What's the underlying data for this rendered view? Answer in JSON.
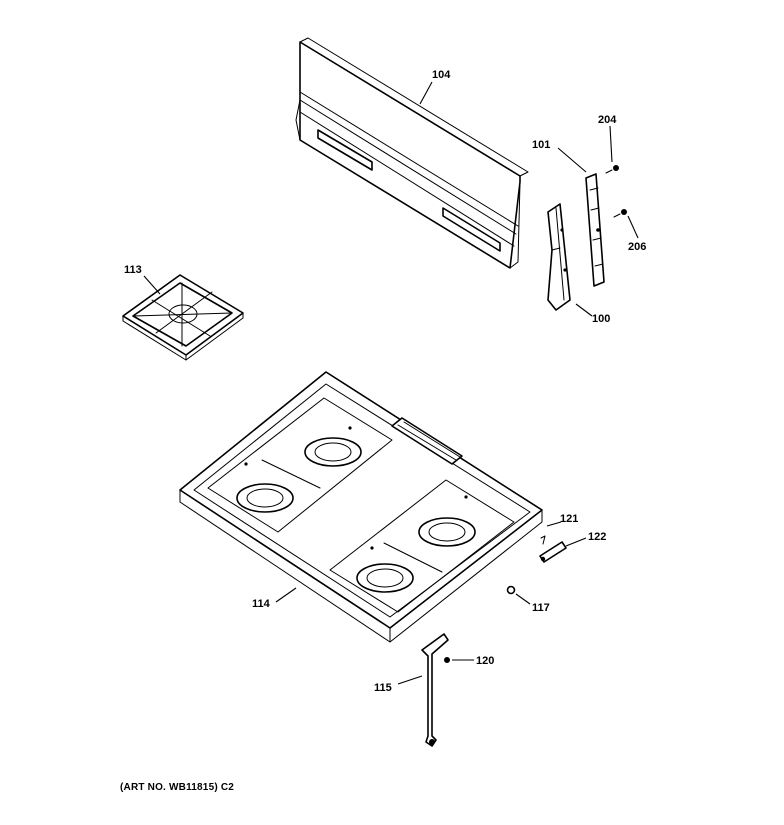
{
  "callouts": {
    "p104": "104",
    "p101": "101",
    "p204": "204",
    "p206": "206",
    "p100": "100",
    "p113": "113",
    "p114": "114",
    "p121": "121",
    "p122": "122",
    "p117": "117",
    "p120": "120",
    "p115": "115"
  },
  "footer": {
    "art_no": "(ART NO. WB11815) C2"
  }
}
